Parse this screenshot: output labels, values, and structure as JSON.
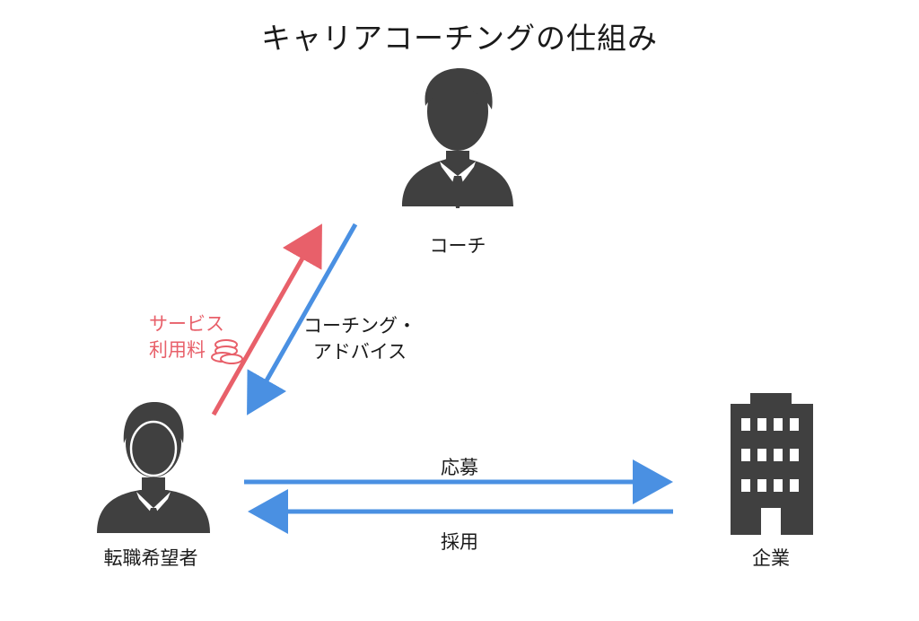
{
  "title": "キャリアコーチングの仕組み",
  "nodes": {
    "coach": {
      "label": "コーチ",
      "icon": "businessman-icon"
    },
    "job_seeker": {
      "label": "転職希望者",
      "icon": "person-icon"
    },
    "company": {
      "label": "企業",
      "icon": "office-building-icon"
    }
  },
  "flows": {
    "service_fee": {
      "lines": [
        "サービス",
        "利用料"
      ],
      "icon": "coins-icon",
      "color": "#E8606A"
    },
    "coaching_advice": {
      "lines": [
        "コーチング・",
        "アドバイス"
      ],
      "color": "#4A90E2"
    },
    "application": {
      "label": "応募",
      "color": "#4A90E2"
    },
    "hiring": {
      "label": "採用",
      "color": "#4A90E2"
    }
  },
  "colors": {
    "figure": "#404040",
    "blue_arrow": "#4A90E2",
    "red_arrow": "#E8606A",
    "coin": "#E8606A"
  }
}
